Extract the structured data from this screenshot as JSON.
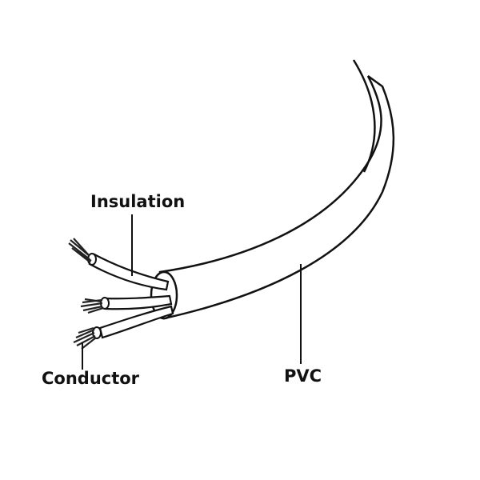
{
  "labels": {
    "insulation": "Insulation",
    "conductor": "Conductor",
    "pvc": "PVC"
  },
  "colors": {
    "line": "#111111",
    "background": "#ffffff",
    "wire_fill": "#ffffff",
    "strand": "#222222"
  }
}
